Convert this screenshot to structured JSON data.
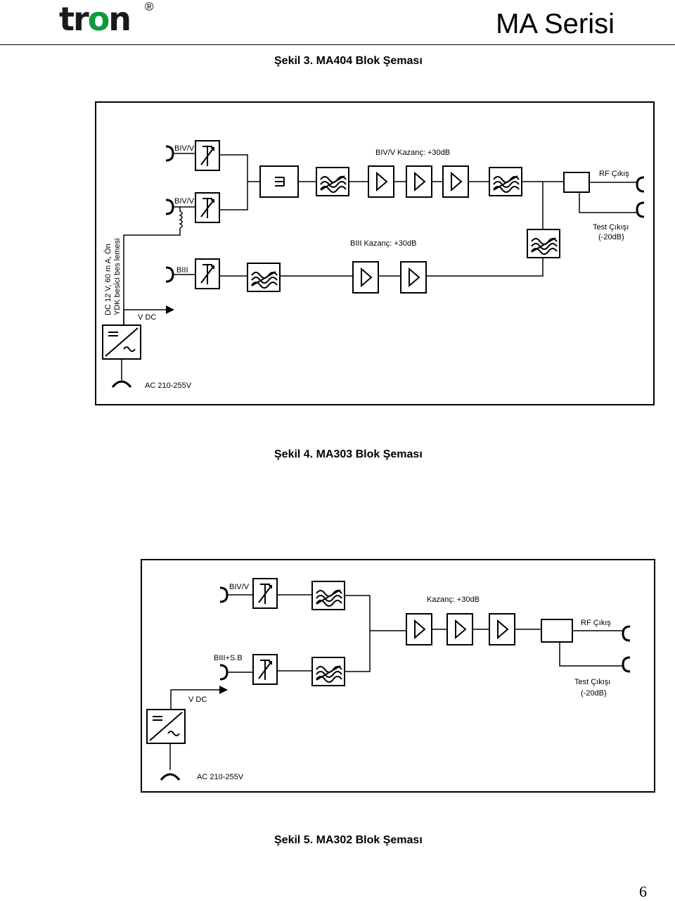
{
  "header": {
    "logo_text": "tron",
    "logo_mark": "®",
    "series_title": "MA Serisi"
  },
  "captions": {
    "fig3": "Şekil 3. MA404 Blok Şeması",
    "fig4": "Şekil 4. MA303 Blok Şeması",
    "fig5": "Şekil 5.  MA302 Blok Şeması"
  },
  "diagram_ma303": {
    "input_biv_1": "BIV/V",
    "input_biv_2": "BIV/V",
    "input_biii": "BIII",
    "gain_biv": "BIV/V Kazanç: +30dB",
    "gain_biii": "BIII Kazanç:  +30dB",
    "rf_out": "RF Çıkış",
    "test_out_1": "Test Çıkışı",
    "test_out_2": "(-20dB)",
    "vdc": "V DC",
    "ac_in": "AC 210-255V",
    "dc_note_1": "DC 12 V, 60 m A, Ön",
    "dc_note_2": "YDK besi̇ci bes lemesi"
  },
  "diagram_ma302": {
    "input_biv": "BIV/V",
    "input_biii_sb": "BIII+S.B",
    "gain": "Kazanç: +30dB",
    "rf_out": "RF Çıkış",
    "test_out_1": "Test Çıkışı",
    "test_out_2": "(-20dB)",
    "vdc": "V DC",
    "ac_in": "AC 210-255V"
  },
  "page_number": "6"
}
